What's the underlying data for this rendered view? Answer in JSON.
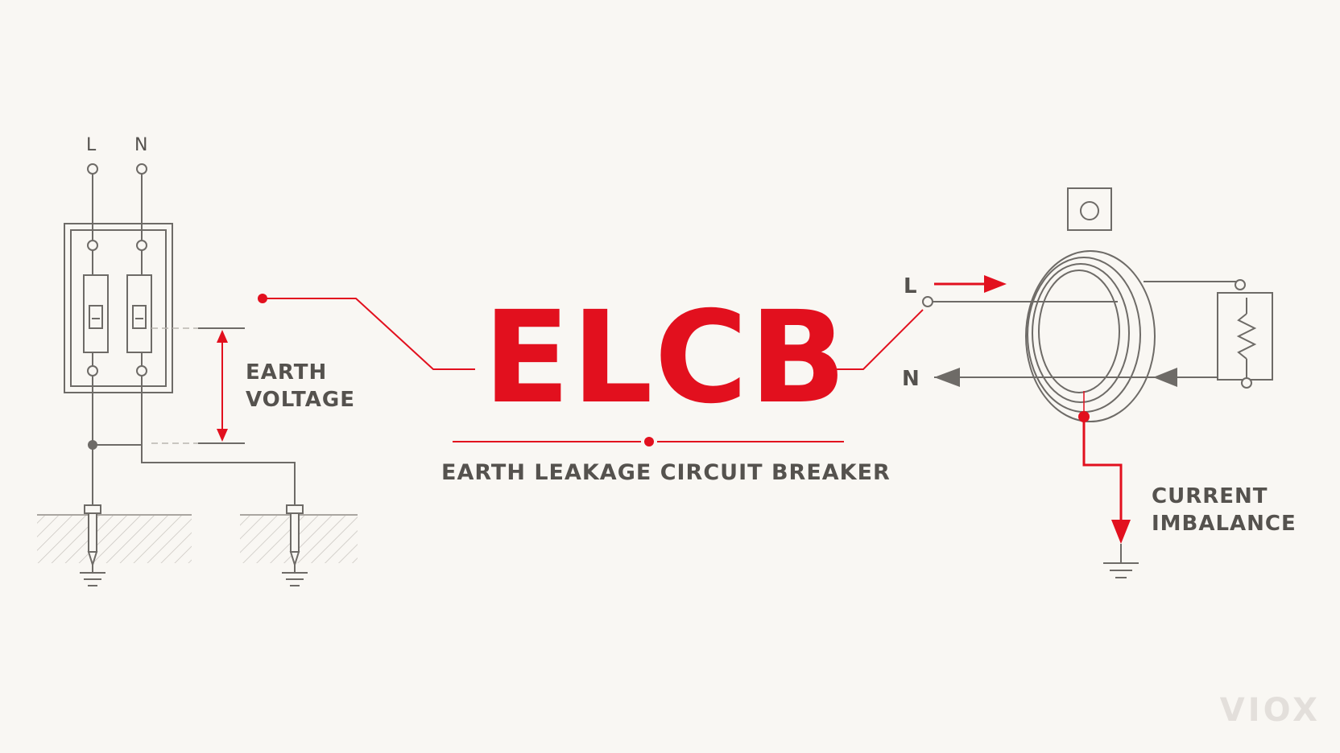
{
  "title": "ELCB",
  "subtitle": "EARTH LEAKAGE CIRCUIT BREAKER",
  "left_diagram": {
    "terminal_l": "L",
    "terminal_n": "N",
    "earth_voltage": [
      "EARTH",
      "VOLTAGE"
    ]
  },
  "right_diagram": {
    "terminal_l": "L",
    "terminal_n": "N",
    "current_imbalance": [
      "CURRENT",
      "IMBALANCE"
    ]
  },
  "brand": "VIOX",
  "colors": {
    "accent": "#e2101e",
    "line": "#6e6b67",
    "text": "#55524e",
    "background": "#f9f7f3"
  }
}
